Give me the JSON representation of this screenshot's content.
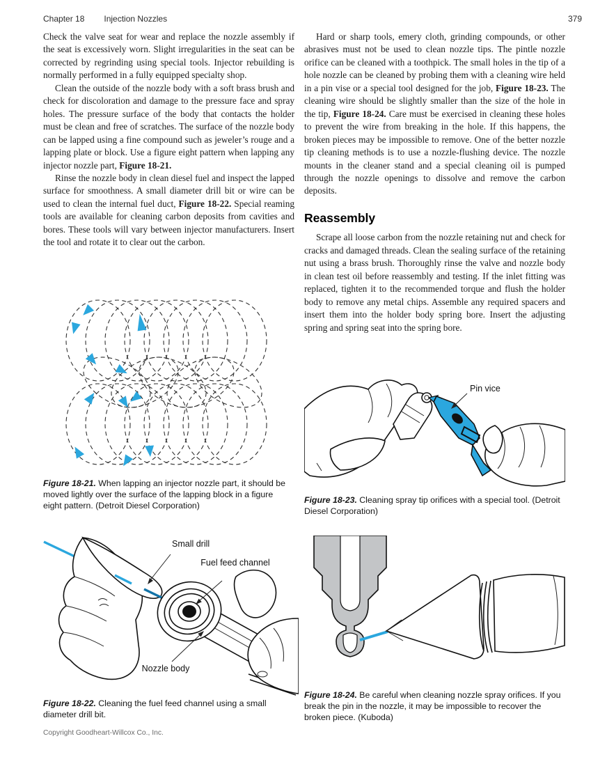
{
  "header": {
    "chapter": "Chapter 18",
    "book_title": "Injection Nozzles",
    "page_number": "379"
  },
  "left_column": {
    "paragraphs": [
      [
        {
          "t": "Check the valve seat for wear and replace the nozzle assembly if the seat is excessively worn. Slight irregularities in the seat can be corrected by regrinding using special tools. Injector rebuilding is normally performed in a fully equipped specialty shop."
        }
      ],
      [
        {
          "t": "Clean the outside of the nozzle body with a soft brass brush and check for discoloration and damage to the pressure face and spray holes. The pressure surface of the body that contacts the holder must be clean and free of scratches. The surface of the nozzle body can be lapped using a fine compound such as jeweler’s rouge and a lapping plate or block. Use a figure eight pattern when lapping any injector nozzle part, "
        },
        {
          "t": "Figure 18-21.",
          "s": "b"
        }
      ],
      [
        {
          "t": "Rinse the nozzle body in clean diesel fuel and inspect the lapped surface for smoothness. A small diameter drill bit or wire can be used to clean the internal fuel duct, "
        },
        {
          "t": "Figure 18-22.",
          "s": "b"
        },
        {
          "t": " Special reaming tools are available for cleaning carbon deposits from cavities and bores. These tools will vary between injector manufacturers. Insert the tool and rotate it to clear out the carbon."
        }
      ]
    ],
    "figure_21_caption": [
      {
        "t": "Figure 18-21.",
        "s": "bi"
      },
      {
        "t": " When lapping an injector nozzle part, it should be moved lightly over the surface of the lapping block in a figure eight pattern. (Detroit Diesel Corporation)"
      }
    ],
    "figure_22_caption": [
      {
        "t": "Figure 18-22.",
        "s": "bi"
      },
      {
        "t": " Cleaning the fuel feed channel using a small diameter drill bit."
      }
    ],
    "figure_22_labels": {
      "small_drill": "Small drill",
      "fuel_feed_channel": "Fuel feed channel",
      "nozzle_body": "Nozzle body"
    }
  },
  "right_column": {
    "paragraph_1": [
      {
        "t": "Hard or sharp tools, emery cloth, grinding compounds, or other abrasives must not be used to clean nozzle tips. The pintle nozzle orifice can be cleaned with a toothpick. The small holes in the tip of a hole nozzle can be cleaned by probing them with a cleaning wire held in a pin vise or a special tool designed for the job, "
      },
      {
        "t": "Figure 18-23.",
        "s": "b"
      },
      {
        "t": " The cleaning wire should be slightly smaller than the size of the hole in the tip, "
      },
      {
        "t": "Figure 18-24.",
        "s": "b"
      },
      {
        "t": " Care must be exercised in cleaning these holes to prevent the wire from breaking in the hole. If this happens, the broken pieces may be impossible to remove. One of the better nozzle tip cleaning methods is to use a nozzle-flushing device. The nozzle mounts in the cleaner stand and a special cleaning oil is pumped through the nozzle openings to dissolve and remove the carbon deposits."
      }
    ],
    "section_heading": "Reassembly",
    "paragraph_2": [
      {
        "t": "Scrape all loose carbon from the nozzle retaining nut and check for cracks and damaged threads. Clean the sealing surface of the retaining nut using a brass brush. Thoroughly rinse the valve and nozzle body in clean test oil before reassembly and testing. If the inlet fitting was replaced, tighten it to the recommended torque and flush the holder body to remove any metal chips. Assemble any required spacers and insert them into the holder body spring bore. Insert the adjusting spring and spring seat into the spring bore."
      }
    ],
    "figure_23_caption": [
      {
        "t": "Figure 18-23.",
        "s": "bi"
      },
      {
        "t": " Cleaning spray tip orifices with a special tool. (Detroit Diesel Corporation)"
      }
    ],
    "figure_23_labels": {
      "pin_vice": "Pin vice"
    },
    "figure_24_caption": [
      {
        "t": "Figure 18-24.",
        "s": "bi"
      },
      {
        "t": " Be careful when cleaning nozzle spray orifices. If you break the pin in the nozzle, it may be impossible to recover the broken piece. (Kuboda)"
      }
    ]
  },
  "footer": {
    "copyright": "Copyright Goodheart-Willcox Co., Inc."
  },
  "colors": {
    "accent_blue": "#2ba7de",
    "metal_gray": "#c3c5c7",
    "line_black": "#1a1a1a"
  }
}
